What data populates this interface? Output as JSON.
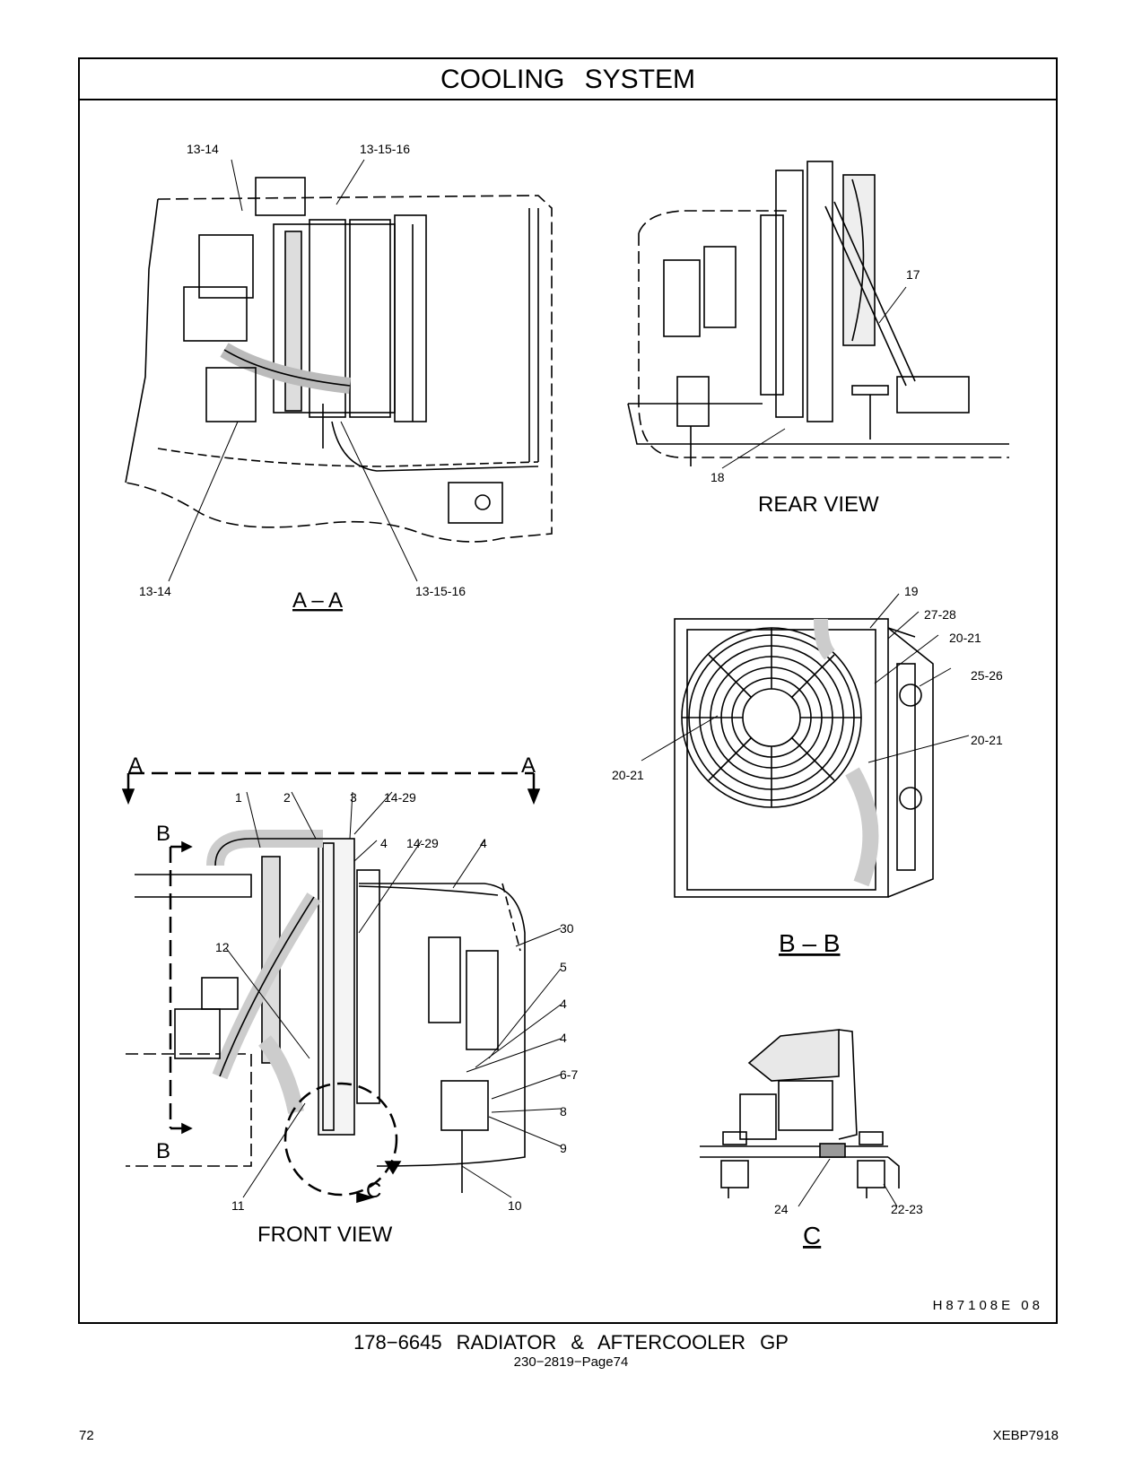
{
  "page": {
    "title": "COOLING SYSTEM",
    "drawing_id": "H87108E  08",
    "caption": "178−6645  RADIATOR & AFTERCOOLER GP",
    "subcaption": "230−2819−Page74",
    "page_number": "72",
    "doc_code": "XEBP7918"
  },
  "views": {
    "section_aa": "A – A",
    "rear": "REAR VIEW",
    "section_bb": "B – B",
    "front": "FRONT VIEW",
    "detail_c": "C"
  },
  "markers": {
    "a_left": "A",
    "a_right": "A",
    "b_top": "B",
    "b_bottom": "B",
    "c": "C"
  },
  "callouts": {
    "aa_tl": "13-14",
    "aa_tr": "13-15-16",
    "aa_bl": "13-14",
    "aa_br": "13-15-16",
    "rv_17": "17",
    "rv_18": "18",
    "bb_19": "19",
    "bb_27_28": "27-28",
    "bb_20_21_a": "20-21",
    "bb_25_26": "25-26",
    "bb_20_21_b": "20-21",
    "bb_20_21_c": "20-21",
    "fv_1": "1",
    "fv_2": "2",
    "fv_3": "3",
    "fv_14_29_a": "14-29",
    "fv_4_a": "4",
    "fv_14_29_b": "14-29",
    "fv_4_b": "4",
    "fv_30": "30",
    "fv_12": "12",
    "fv_5": "5",
    "fv_4_c": "4",
    "fv_4_d": "4",
    "fv_6_7": "6-7",
    "fv_8": "8",
    "fv_9": "9",
    "fv_11": "11",
    "fv_10": "10",
    "c_24": "24",
    "c_22_23": "22-23"
  }
}
